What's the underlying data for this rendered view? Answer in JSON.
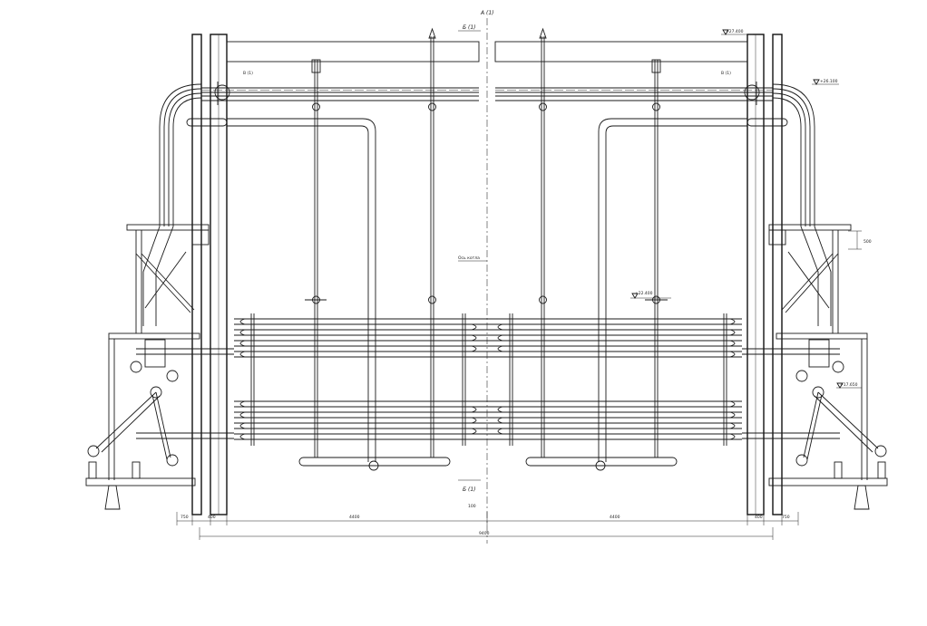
{
  "labels": {
    "view_top": "А (1)",
    "section_top": "Б (1)",
    "section_bottom": "Б (1)",
    "elev_top_right": "+27.400",
    "elev_upper_right": "+26.100",
    "elev_mid": "+22.400",
    "elev_low_right": "+17.650",
    "node_left": "В (1)",
    "node_right": "В (1)",
    "axis_note": "Ось котла",
    "dim_left_outer": "750",
    "dim_left_inner": "400",
    "dim_center_left": "4400",
    "dim_center_small": "100",
    "dim_center_right": "4400",
    "dim_right_inner": "400",
    "dim_right_outer": "750",
    "dim_total": "9400",
    "dim_right_vertical": "500"
  }
}
